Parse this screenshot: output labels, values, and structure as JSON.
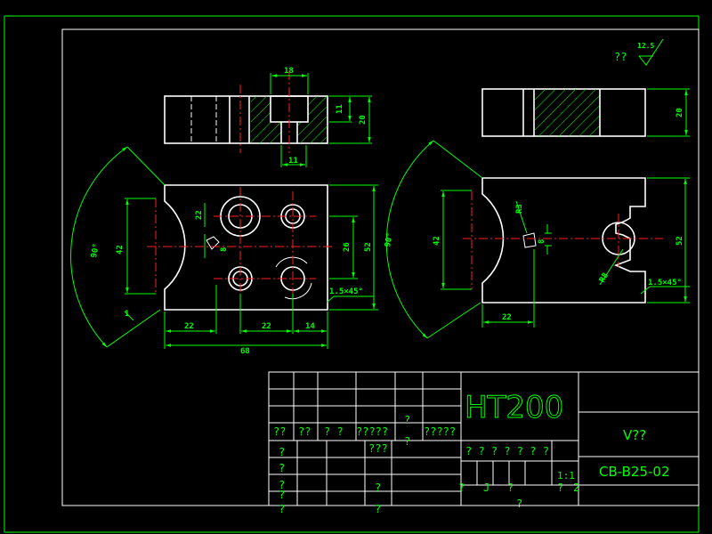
{
  "drawing": {
    "material": "HT200",
    "part_name": "V??",
    "drawing_number": "CB-B25-02",
    "scale": "1:1",
    "surface_note": "??",
    "roughness": "12.5",
    "chamfer_note": "1.5×45°"
  },
  "dims": {
    "d18": "18",
    "d11a": "11",
    "d20a": "20",
    "d11b": "11",
    "d20b": "20",
    "d90a": "90°",
    "d42a": "42",
    "d22a": "22",
    "d8a": "8",
    "d26": "26",
    "d52a": "52",
    "d22b": "22",
    "d22c": "22",
    "d14": "14",
    "d68": "68",
    "d1": "1",
    "d90b": "90°",
    "d42b": "42",
    "dR3": "R3",
    "d8b": "8",
    "d52b": "52",
    "d22d": "22",
    "dR8": "R8"
  },
  "title_block": {
    "q1": "??",
    "q2": "??",
    "q3": "? ?",
    "q4": "?????",
    "q5": "?",
    "q6": "?????",
    "q7": "???",
    "q8": "?",
    "q9": "? ? ? ? ? ? ?",
    "q10": "?",
    "q11": "?",
    "q12": "?",
    "q13": "?",
    "q14": "?",
    "q15": "?",
    "q16": "?",
    "q17": "?",
    "q18": "?",
    "q19": "J",
    "q20": "?",
    "q21": "?",
    "q22": "2"
  }
}
